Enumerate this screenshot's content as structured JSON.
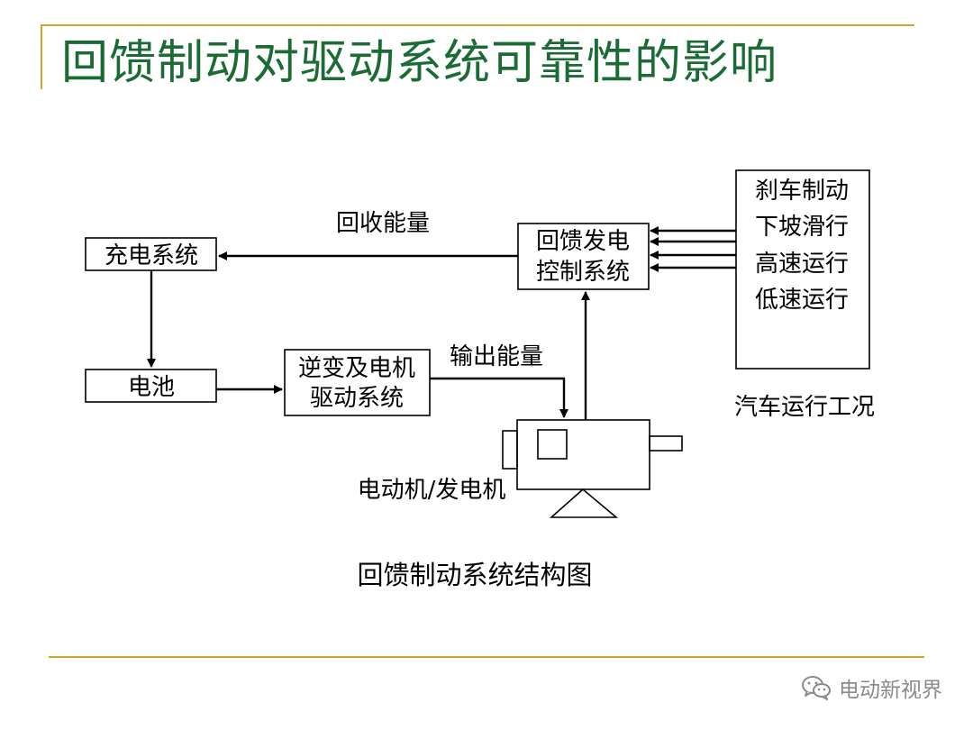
{
  "title": "回馈制动对驱动系统可靠性的影响",
  "colors": {
    "title_text": "#1a6b34",
    "accent_rule": "#d4a32c",
    "line": "#000000",
    "watermark": "#8a8a8a"
  },
  "diagram": {
    "charging_system": "充电系统",
    "battery": "电池",
    "inverter_drive": [
      "逆变及电机",
      "驱动系统"
    ],
    "regen_controller": [
      "回馈发电",
      "控制系统"
    ],
    "driving_conditions": [
      "刹车制动",
      "下坡滑行",
      "高速运行",
      "低速运行"
    ],
    "driving_conditions_caption": "汽车运行工况",
    "recovered_energy_label": "回收能量",
    "output_energy_label": "输出能量",
    "motor_generator_label": "电动机/发电机",
    "caption": "回馈制动系统结构图"
  },
  "watermark": {
    "icon": "wechat-icon",
    "text": "电动新视界"
  }
}
